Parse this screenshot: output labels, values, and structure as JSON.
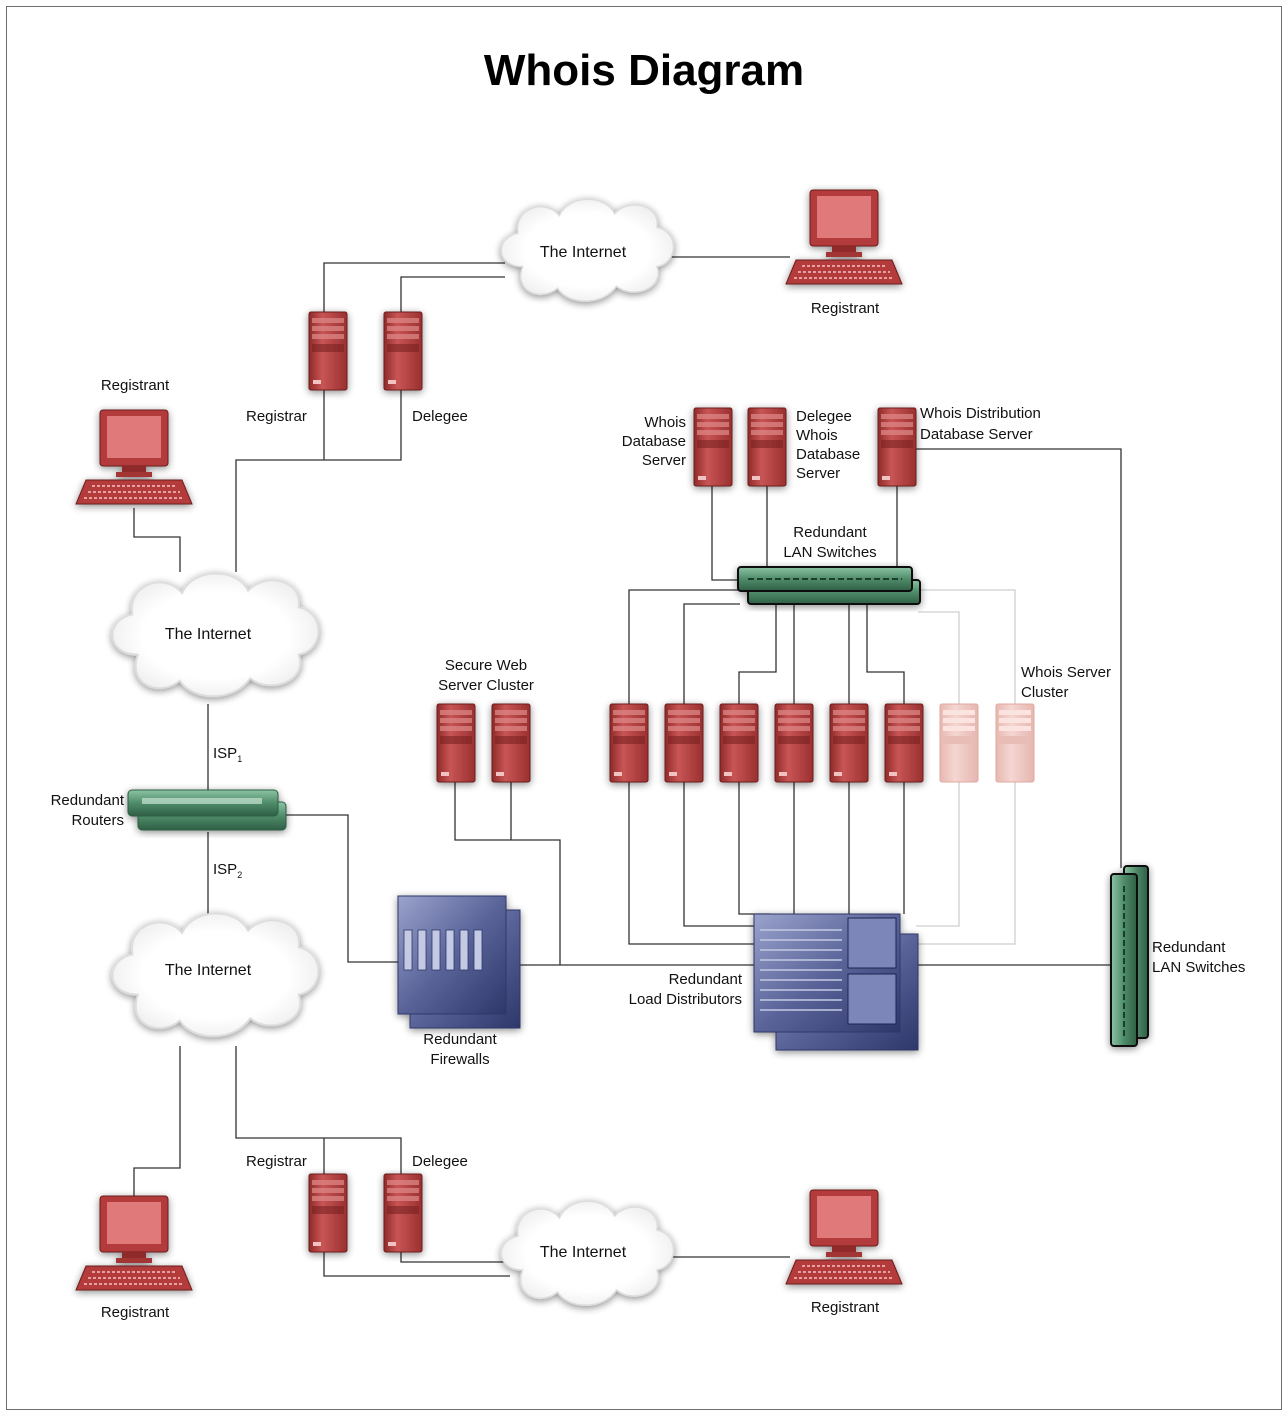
{
  "title": "Whois Diagram",
  "colors": {
    "server": "#b33a3a",
    "server_faded": "#eec7c2",
    "switch": "#5a9a78",
    "firewall": "#4a5790",
    "line": "#333333",
    "line_faded": "#cfcfcf"
  },
  "icons": [
    "cloud-icon",
    "server-icon",
    "computer-icon",
    "switch-icon",
    "router-icon",
    "firewall-icon",
    "load-distributor-icon"
  ],
  "labels": {
    "internet_top": "The Internet",
    "internet_left_mid": "The Internet",
    "internet_left_low": "The Internet",
    "internet_bottom": "The Internet",
    "registrant_top_right": "Registrant",
    "registrant_left": "Registrant",
    "registrant_bottom_left": "Registrant",
    "registrant_bottom_right": "Registrant",
    "registrar_top": "Registrar",
    "delegee_top": "Delegee",
    "registrar_bottom": "Registrar",
    "delegee_bottom": "Delegee",
    "whois_db_server": [
      "Whois",
      "Database",
      "Server"
    ],
    "delegee_whois_db_server": [
      "Delegee",
      "Whois",
      "Database",
      "Server"
    ],
    "whois_distribution_db": [
      "Whois Distribution",
      "Database Server"
    ],
    "redundant_lan_switches_top": [
      "Redundant",
      "LAN Switches"
    ],
    "redundant_lan_switches_right": [
      "Redundant",
      "LAN Switches"
    ],
    "secure_web_cluster": [
      "Secure Web",
      "Server Cluster"
    ],
    "whois_server_cluster": [
      "Whois Server",
      "Cluster"
    ],
    "isp1": "ISP",
    "isp1_sub": "1",
    "isp2": "ISP",
    "isp2_sub": "2",
    "redundant_routers": [
      "Redundant",
      "Routers"
    ],
    "redundant_firewalls": [
      "Redundant",
      "Firewalls"
    ],
    "redundant_load_distributors": [
      "Redundant",
      "Load Distributors"
    ]
  }
}
